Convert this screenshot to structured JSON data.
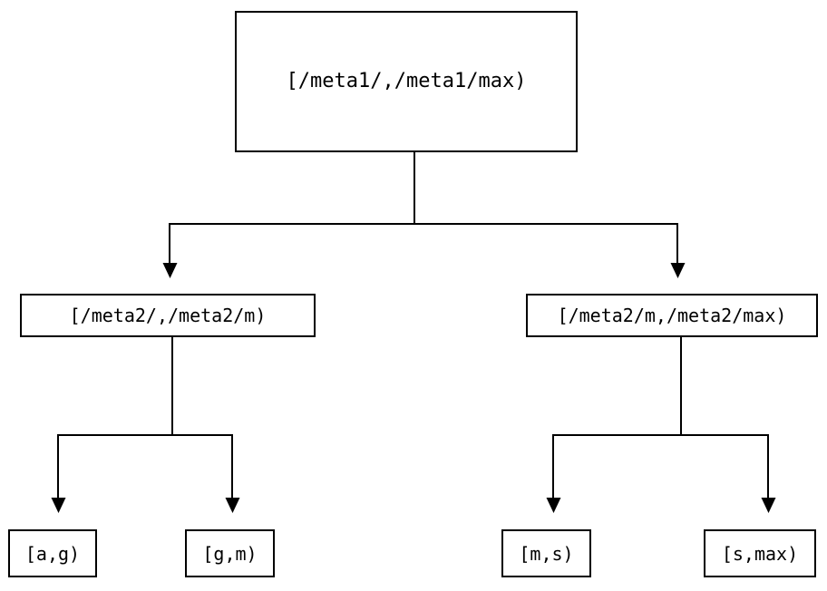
{
  "diagram": {
    "type": "interval-tree",
    "background_color": "#ffffff",
    "line_color": "#000000",
    "text_color": "#000000",
    "nodes": {
      "root": {
        "label": "[/meta1/,/meta1/max)",
        "level": 0
      },
      "mid_left": {
        "label": "[/meta2/,/meta2/m)",
        "level": 1
      },
      "mid_right": {
        "label": "[/meta2/m,/meta2/max)",
        "level": 1
      },
      "leaf_ag": {
        "label": "[a,g)",
        "level": 2
      },
      "leaf_gm": {
        "label": "[g,m)",
        "level": 2
      },
      "leaf_ms": {
        "label": "[m,s)",
        "level": 2
      },
      "leaf_smax": {
        "label": "[s,max)",
        "level": 2
      }
    },
    "edges": [
      {
        "from": "root",
        "to": "mid_left",
        "arrow": "down"
      },
      {
        "from": "root",
        "to": "mid_right",
        "arrow": "down"
      },
      {
        "from": "mid_left",
        "to": "leaf_ag",
        "arrow": "down"
      },
      {
        "from": "mid_left",
        "to": "leaf_gm",
        "arrow": "down"
      },
      {
        "from": "mid_right",
        "to": "leaf_ms",
        "arrow": "down"
      },
      {
        "from": "mid_right",
        "to": "leaf_smax",
        "arrow": "down"
      }
    ]
  }
}
